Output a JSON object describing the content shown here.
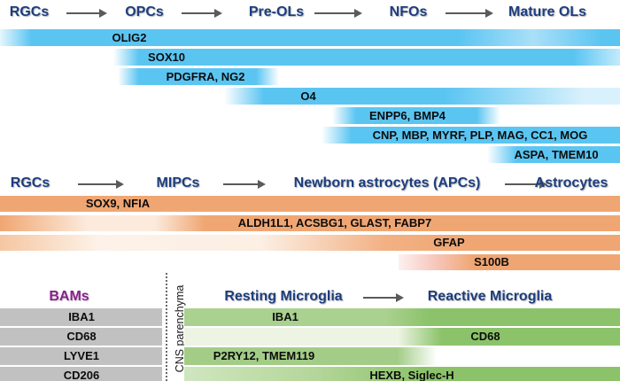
{
  "oligo": {
    "stages": [
      "RGCs",
      "OPCs",
      "Pre-OLs",
      "NFOs",
      "Mature OLs"
    ],
    "markers": [
      "OLIG2",
      "SOX10",
      "PDGFRA, NG2",
      "O4",
      "ENPP6, BMP4",
      "CNP, MBP, MYRF, PLP, MAG, CC1, MOG",
      "ASPA, TMEM10"
    ]
  },
  "astro": {
    "stages": [
      "RGCs",
      "MIPCs",
      "Newborn astrocytes (APCs)",
      "Astrocytes"
    ],
    "markers": [
      "SOX9, NFIA",
      "ALDH1L1, ACSBG1, GLAST, FABP7",
      "GFAP",
      "S100B"
    ]
  },
  "micro": {
    "bams_label": "BAMs",
    "bam_markers": [
      "IBA1",
      "CD68",
      "LYVE1",
      "CD206"
    ],
    "divider_label": "CNS parenchyma",
    "stages": [
      "Resting Microglia",
      "Reactive Microglia"
    ],
    "markers": [
      "IBA1",
      "CD68",
      "P2RY12, TMEM119",
      "HEXB, Siglec-H"
    ]
  },
  "colors": {
    "bar_blue": "#5bc5f2",
    "bar_orange": "#f0a672",
    "bar_green": "#8cc36a",
    "bar_gray": "#c1c1c1",
    "heading_navy": "#1d3d7e",
    "bams_purple": "#8a1f8f",
    "arrow_gray": "#5a5a5a"
  }
}
